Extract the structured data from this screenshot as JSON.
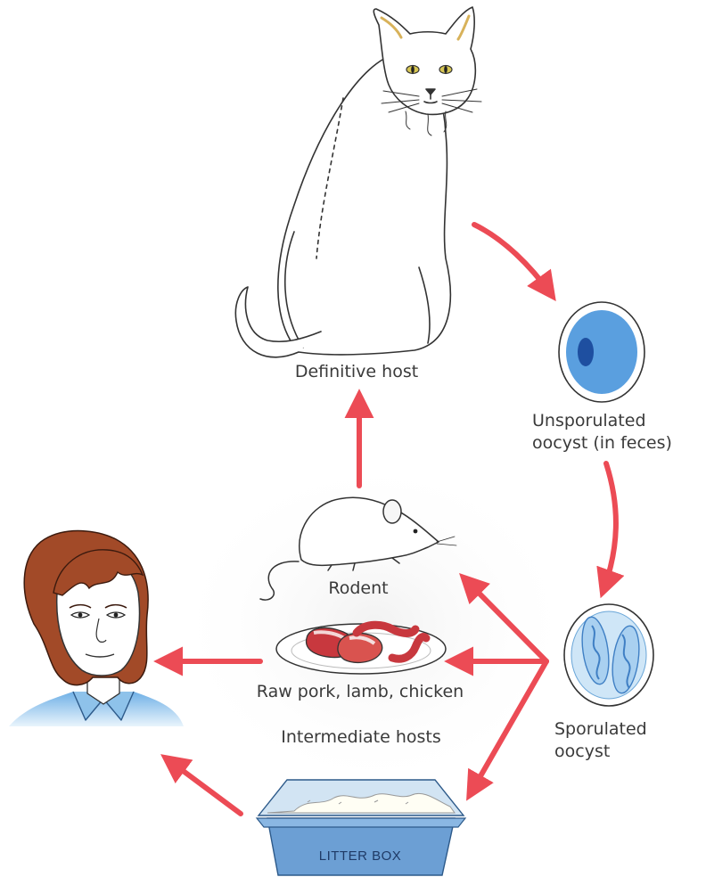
{
  "labels": {
    "definitive_host": "Definitive host",
    "unsporulated_line1": "Unsporulated",
    "unsporulated_line2": "oocyst (in feces)",
    "rodent": "Rodent",
    "raw_meat": "Raw pork, lamb, chicken",
    "intermediate_hosts": "Intermediate hosts",
    "sporulated_line1": "Sporulated",
    "sporulated_line2": "oocyst",
    "litter_box": "LITTER BOX"
  },
  "colors": {
    "arrow": "#ec4b55",
    "oocyst_fill": "#5a9fdf",
    "oocyst_nucleus": "#1e4fa0",
    "sporulated_fill": "#cfe6f7",
    "litter_box": "#6c9fd4",
    "hair": "#a24a28",
    "shirt": "#8ec2ea",
    "meat": "#c8383e",
    "text": "#3a3a3a"
  },
  "icons": [
    "cat-icon",
    "mouse-icon",
    "woman-icon",
    "meat-plate-icon",
    "litter-box-icon",
    "unsporulated-oocyst-icon",
    "sporulated-oocyst-icon"
  ]
}
